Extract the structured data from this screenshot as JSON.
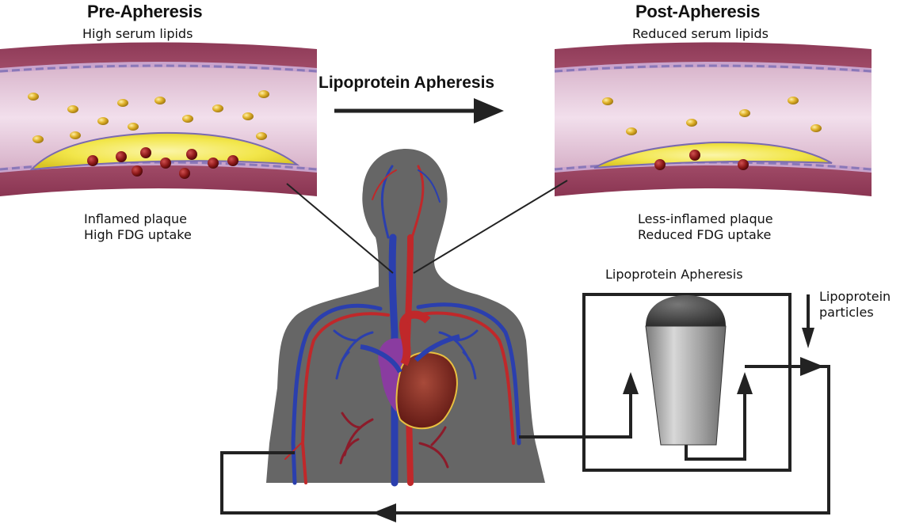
{
  "pre": {
    "title": "Pre-Apheresis",
    "subtitle": "High serum lipids",
    "caption_line1": "Inflamed plaque",
    "caption_line2": "High FDG uptake"
  },
  "post": {
    "title": "Post-Apheresis",
    "subtitle": "Reduced serum lipids",
    "caption_line1": "Less-inflamed plaque",
    "caption_line2": "Reduced FDG uptake"
  },
  "main_arrow": {
    "label": "Lipoprotein Apheresis"
  },
  "circuit": {
    "label": "Lipoprotein Apheresis",
    "particles_line1": "Lipoprotein",
    "particles_line2": "particles"
  },
  "colors": {
    "vessel_wall": "#a8506e",
    "vessel_lumen": "#e6c8dc",
    "plaque": "#f2e64a",
    "lipid_particle": "#d8a51c",
    "inflammatory_cell": "#8c1818",
    "body": "#666666",
    "artery": "#c0282a",
    "vein": "#2b3fae",
    "line": "#222222"
  }
}
